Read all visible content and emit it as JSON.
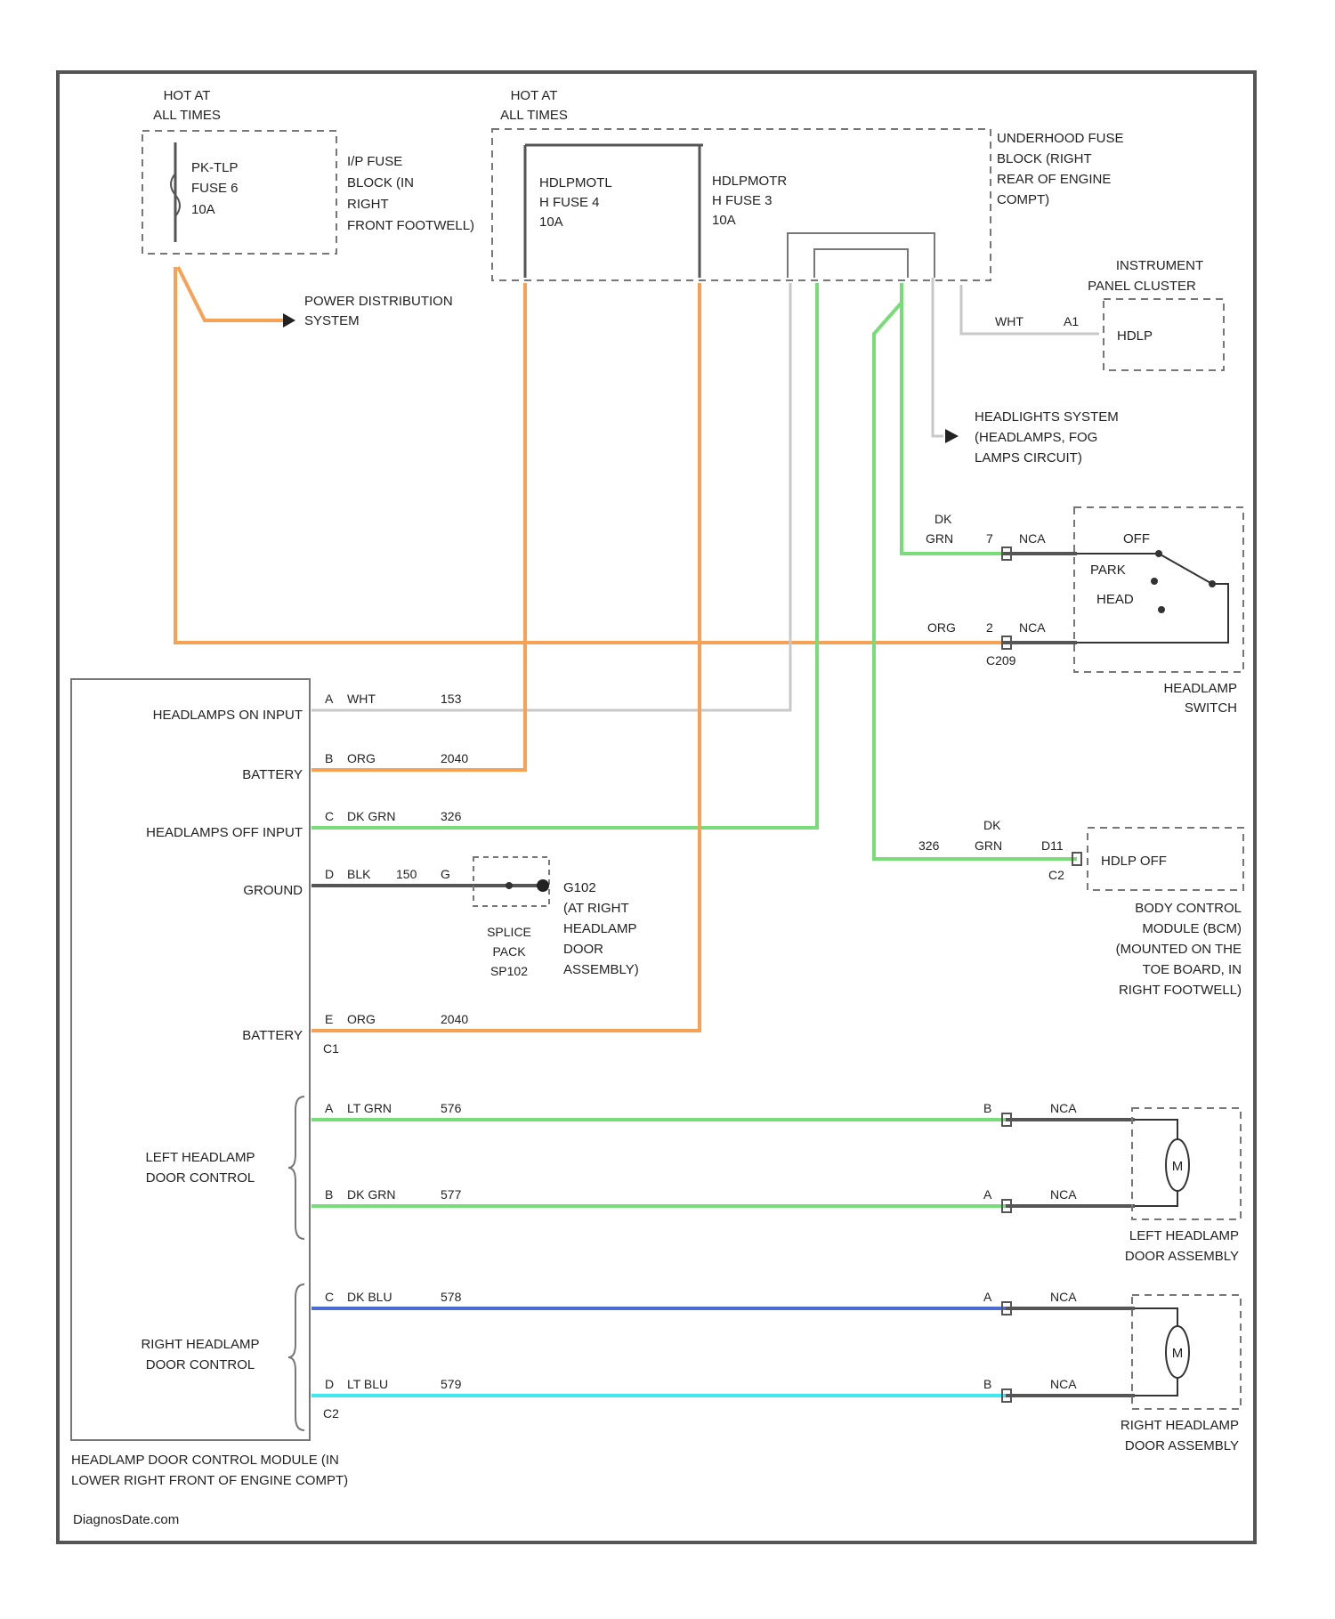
{
  "colors": {
    "border": "#555555",
    "dashed": "#777777",
    "orange": "#f7a155",
    "green": "#78dc78",
    "white_wire": "#c8c8c8",
    "blue": "#4a6cd4",
    "cyan": "#40e8f0",
    "black_wire": "#555555"
  },
  "fuses": {
    "hot1_line1": "HOT AT",
    "hot1_line2": "ALL TIMES",
    "pk_tlp": [
      "PK-TLP",
      "FUSE 6",
      "10A"
    ],
    "ip_block": [
      "I/P FUSE",
      "BLOCK (IN",
      "RIGHT",
      "FRONT FOOTWELL)"
    ],
    "hot2_line1": "HOT AT",
    "hot2_line2": "ALL TIMES",
    "hdlpmotl": [
      "HDLPMOTL",
      "H FUSE 4",
      "10A"
    ],
    "hdlpmotr": [
      "HDLPMOTR",
      "H FUSE 3",
      "10A"
    ],
    "underhood": [
      "UNDERHOOD FUSE",
      "BLOCK (RIGHT",
      "REAR OF ENGINE",
      "COMPT)"
    ]
  },
  "power_dist": [
    "POWER DISTRIBUTION",
    "SYSTEM"
  ],
  "cluster": {
    "title": [
      "INSTRUMENT",
      "PANEL CLUSTER"
    ],
    "pin": "A1",
    "wire": "WHT",
    "label": "HDLP"
  },
  "headlights_system": [
    "HEADLIGHTS SYSTEM",
    "(HEADLAMPS, FOG",
    "LAMPS CIRCUIT)"
  ],
  "switch": {
    "title": [
      "HEADLAMP",
      "SWITCH"
    ],
    "positions": [
      "OFF",
      "PARK",
      "HEAD"
    ],
    "row1_color": [
      "DK",
      "GRN"
    ],
    "row1_pin": "7",
    "row1_nca": "NCA",
    "row2_color": "ORG",
    "row2_pin": "2",
    "row2_nca": "NCA",
    "connector": "C209"
  },
  "module": {
    "pins": [
      {
        "label": "HEADLAMPS ON INPUT",
        "pin": "A",
        "color": "WHT",
        "circuit": "153"
      },
      {
        "label": "BATTERY",
        "pin": "B",
        "color": "ORG",
        "circuit": "2040"
      },
      {
        "label": "HEADLAMPS OFF INPUT",
        "pin": "C",
        "color": "DK GRN",
        "circuit": "326"
      },
      {
        "label": "GROUND",
        "pin": "D",
        "color": "BLK",
        "circuit": "150"
      },
      {
        "label": "BATTERY",
        "pin": "E",
        "color": "ORG",
        "circuit": "2040"
      }
    ],
    "c1": "C1",
    "c2": "C2",
    "bottom_label": [
      "HEADLAMP DOOR CONTROL MODULE (IN",
      "LOWER RIGHT FRONT OF ENGINE COMPT)"
    ],
    "left_group": [
      "LEFT HEADLAMP",
      "DOOR CONTROL"
    ],
    "right_group": [
      "RIGHT HEADLAMP",
      "DOOR CONTROL"
    ],
    "motor_pins": [
      {
        "pin": "A",
        "color": "LT GRN",
        "circuit": "576"
      },
      {
        "pin": "B",
        "color": "DK GRN",
        "circuit": "577"
      },
      {
        "pin": "C",
        "color": "DK BLU",
        "circuit": "578"
      },
      {
        "pin": "D",
        "color": "LT BLU",
        "circuit": "579"
      }
    ]
  },
  "ground": {
    "pin": "G",
    "code": "G102",
    "desc": [
      "(AT RIGHT",
      "HEADLAMP",
      "DOOR",
      "ASSEMBLY)"
    ],
    "splice": [
      "SPLICE",
      "PACK",
      "SP102"
    ]
  },
  "bcm": {
    "label": "HDLP OFF",
    "pin": "D11",
    "connector": "C2",
    "circuit": "326",
    "color": [
      "DK",
      "GRN"
    ],
    "desc": [
      "BODY CONTROL",
      "MODULE (BCM)",
      "(MOUNTED ON THE",
      "TOE BOARD, IN",
      "RIGHT FOOTWELL)"
    ]
  },
  "left_assembly": {
    "title": [
      "LEFT HEADLAMP",
      "DOOR ASSEMBLY"
    ],
    "pinB": "B",
    "pinA": "A",
    "nca": "NCA",
    "motor": "M"
  },
  "right_assembly": {
    "title": [
      "RIGHT HEADLAMP",
      "DOOR ASSEMBLY"
    ],
    "pinA": "A",
    "pinB": "B",
    "nca": "NCA",
    "motor": "M"
  },
  "footer": "DiagnosDate.com"
}
